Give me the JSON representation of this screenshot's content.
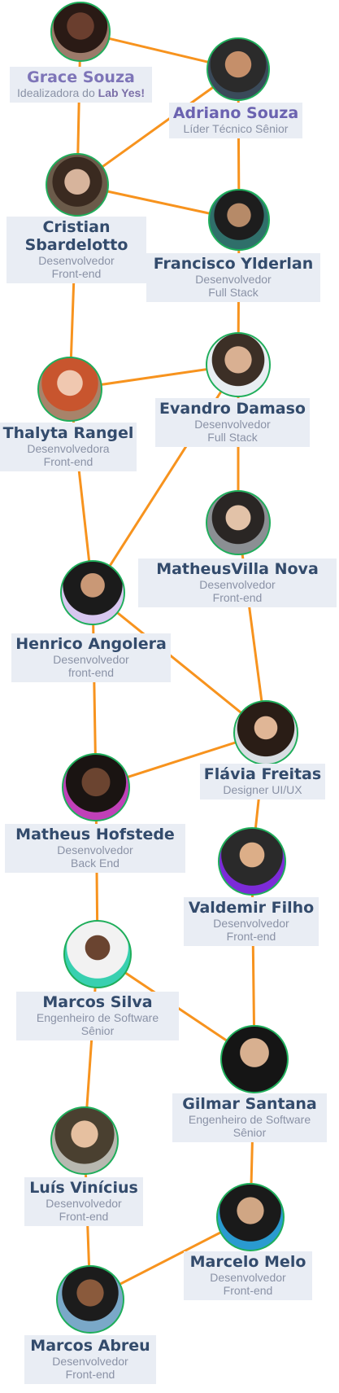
{
  "colors": {
    "connector": "#f7931e",
    "ring": "#1fae5b",
    "name": "#334b6c",
    "role": "#8a92a6",
    "label_bg": "#e9edf4"
  },
  "people": [
    {
      "id": "grace",
      "name": "Grace Souza",
      "role_prefix": "Idealizadora do ",
      "role_emphasis": "Lab Yes!"
    },
    {
      "id": "adriano",
      "name": "Adriano Souza",
      "role": "Líder Técnico Sênior"
    },
    {
      "id": "cristian",
      "name": "Cristian\nSbardelotto",
      "role": "Desenvolvedor\nFront-end"
    },
    {
      "id": "francisco",
      "name": "Francisco Ylderlan",
      "role": "Desenvolvedor\nFull Stack"
    },
    {
      "id": "evandro",
      "name": "Evandro Damaso",
      "role": "Desenvolvedor\nFull Stack"
    },
    {
      "id": "thalyta",
      "name": "Thalyta Rangel",
      "role": "Desenvolvedora\nFront-end"
    },
    {
      "id": "matheusvilla",
      "name": "MatheusVilla Nova",
      "role": "Desenvolvedor\nFront-end"
    },
    {
      "id": "henrico",
      "name": "Henrico Angolera",
      "role": "Desenvolvedor\nfront-end"
    },
    {
      "id": "flavia",
      "name": "Flávia Freitas",
      "role": "Designer UI/UX"
    },
    {
      "id": "matheushof",
      "name": "Matheus Hofstede",
      "role": "Desenvolvedor\nBack End"
    },
    {
      "id": "valdemir",
      "name": "Valdemir Filho",
      "role": "Desenvolvedor\nFront-end"
    },
    {
      "id": "marcossilva",
      "name": "Marcos Silva",
      "role": "Engenheiro de Software\nSênior"
    },
    {
      "id": "gilmar",
      "name": "Gilmar Santana",
      "role": "Engenheiro de Software\nSênior"
    },
    {
      "id": "luis",
      "name": "Luís Vinícius",
      "role": "Desenvolvedor\nFront-end"
    },
    {
      "id": "marcelo",
      "name": "Marcelo Melo",
      "role": "Desenvolvedor\nFront-end"
    },
    {
      "id": "marcosabreu",
      "name": "Marcos Abreu",
      "role": "Desenvolvedor\nFront-end"
    }
  ],
  "connections": [
    [
      "grace",
      "adriano"
    ],
    [
      "grace",
      "cristian"
    ],
    [
      "adriano",
      "cristian"
    ],
    [
      "adriano",
      "francisco"
    ],
    [
      "cristian",
      "francisco"
    ],
    [
      "cristian",
      "thalyta"
    ],
    [
      "francisco",
      "evandro"
    ],
    [
      "thalyta",
      "evandro"
    ],
    [
      "thalyta",
      "henrico"
    ],
    [
      "evandro",
      "henrico"
    ],
    [
      "evandro",
      "matheusvilla"
    ],
    [
      "henrico",
      "flavia"
    ],
    [
      "matheusvilla",
      "flavia"
    ],
    [
      "henrico",
      "matheushof"
    ],
    [
      "matheushof",
      "flavia"
    ],
    [
      "flavia",
      "valdemir"
    ],
    [
      "matheushof",
      "marcossilva"
    ],
    [
      "valdemir",
      "gilmar"
    ],
    [
      "marcossilva",
      "gilmar"
    ],
    [
      "marcossilva",
      "luis"
    ],
    [
      "gilmar",
      "marcelo"
    ],
    [
      "luis",
      "marcosabreu"
    ],
    [
      "marcelo",
      "marcosabreu"
    ]
  ]
}
